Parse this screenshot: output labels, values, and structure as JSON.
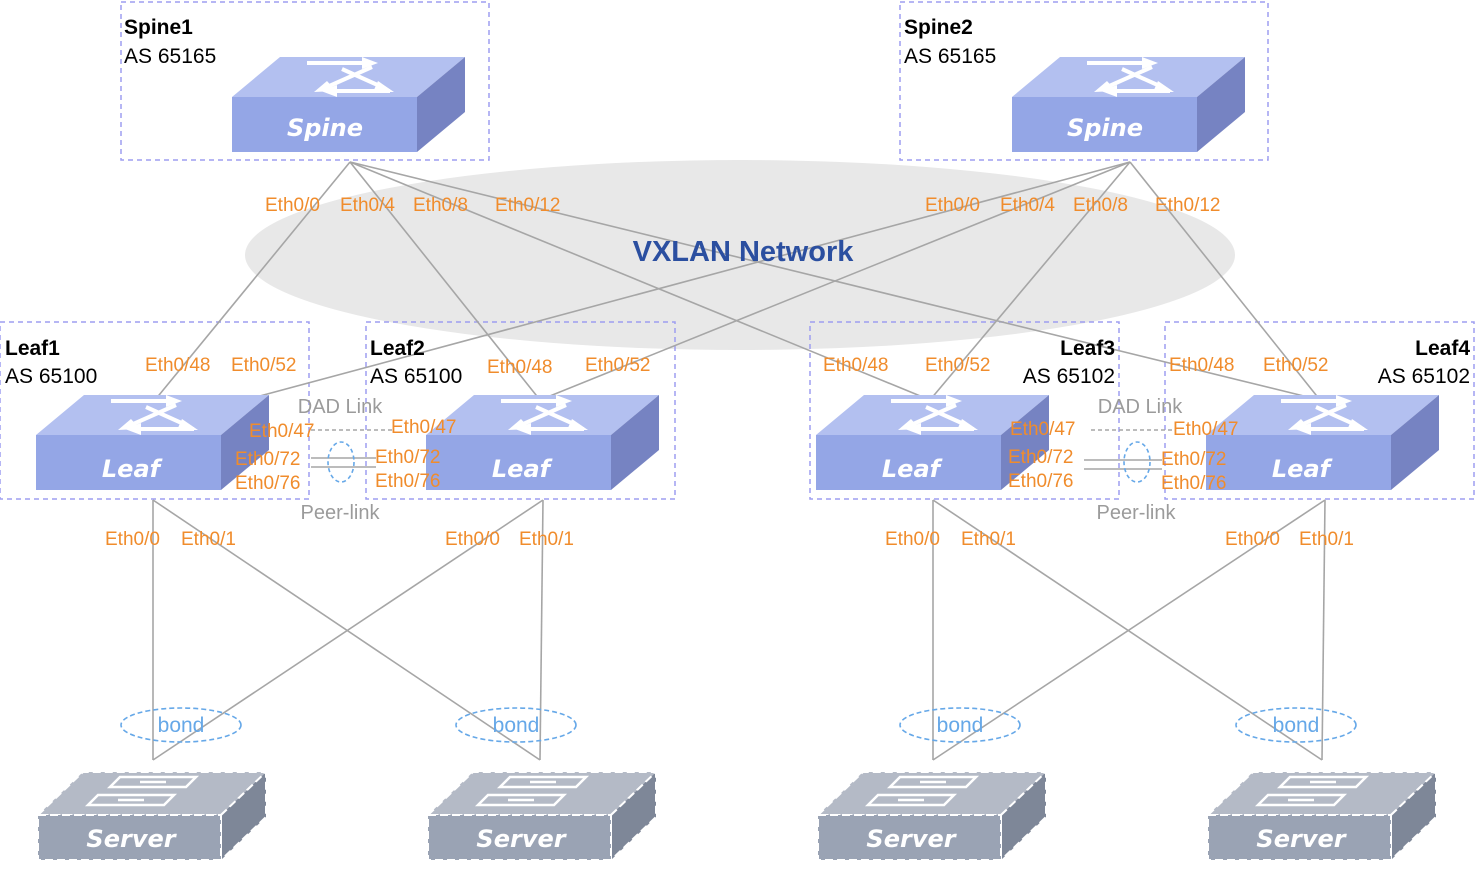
{
  "network": {
    "title": "VXLAN Network"
  },
  "spines": [
    {
      "name": "Spine1",
      "as": "AS 65165",
      "device_label": "Spine",
      "ports": [
        "Eth0/0",
        "Eth0/4",
        "Eth0/8",
        "Eth0/12"
      ]
    },
    {
      "name": "Spine2",
      "as": "AS 65165",
      "device_label": "Spine",
      "ports": [
        "Eth0/0",
        "Eth0/4",
        "Eth0/8",
        "Eth0/12"
      ]
    }
  ],
  "leaves": [
    {
      "name": "Leaf1",
      "as": "AS 65100",
      "device_label": "Leaf",
      "uplinks": [
        "Eth0/48",
        "Eth0/52"
      ],
      "peer_ports": [
        "Eth0/47",
        "Eth0/72",
        "Eth0/76"
      ],
      "downlinks": [
        "Eth0/0",
        "Eth0/1"
      ]
    },
    {
      "name": "Leaf2",
      "as": "AS 65100",
      "device_label": "Leaf",
      "uplinks": [
        "Eth0/48",
        "Eth0/52"
      ],
      "peer_ports": [
        "Eth0/47",
        "Eth0/72",
        "Eth0/76"
      ],
      "downlinks": [
        "Eth0/0",
        "Eth0/1"
      ]
    },
    {
      "name": "Leaf3",
      "as": "AS 65102",
      "device_label": "Leaf",
      "uplinks": [
        "Eth0/48",
        "Eth0/52"
      ],
      "peer_ports": [
        "Eth0/47",
        "Eth0/72",
        "Eth0/76"
      ],
      "downlinks": [
        "Eth0/0",
        "Eth0/1"
      ]
    },
    {
      "name": "Leaf4",
      "as": "AS 65102",
      "device_label": "Leaf",
      "uplinks": [
        "Eth0/48",
        "Eth0/52"
      ],
      "peer_ports": [
        "Eth0/47",
        "Eth0/72",
        "Eth0/76"
      ],
      "downlinks": [
        "Eth0/0",
        "Eth0/1"
      ]
    }
  ],
  "pairs": [
    {
      "dad_label": "DAD Link",
      "peer_label": "Peer-link"
    },
    {
      "dad_label": "DAD Link",
      "peer_label": "Peer-link"
    }
  ],
  "servers": [
    {
      "device_label": "Server",
      "bond_label": "bond"
    },
    {
      "device_label": "Server",
      "bond_label": "bond"
    },
    {
      "device_label": "Server",
      "bond_label": "bond"
    },
    {
      "device_label": "Server",
      "bond_label": "bond"
    }
  ],
  "colors": {
    "port_label": "#f08c2c",
    "switch_top": "#b3c0f0",
    "switch_front": "#94a6e6",
    "switch_side": "#7683c2",
    "server_front": "#9aa3b4",
    "bond": "#66a8e8",
    "network_title": "#2b4fa0"
  }
}
